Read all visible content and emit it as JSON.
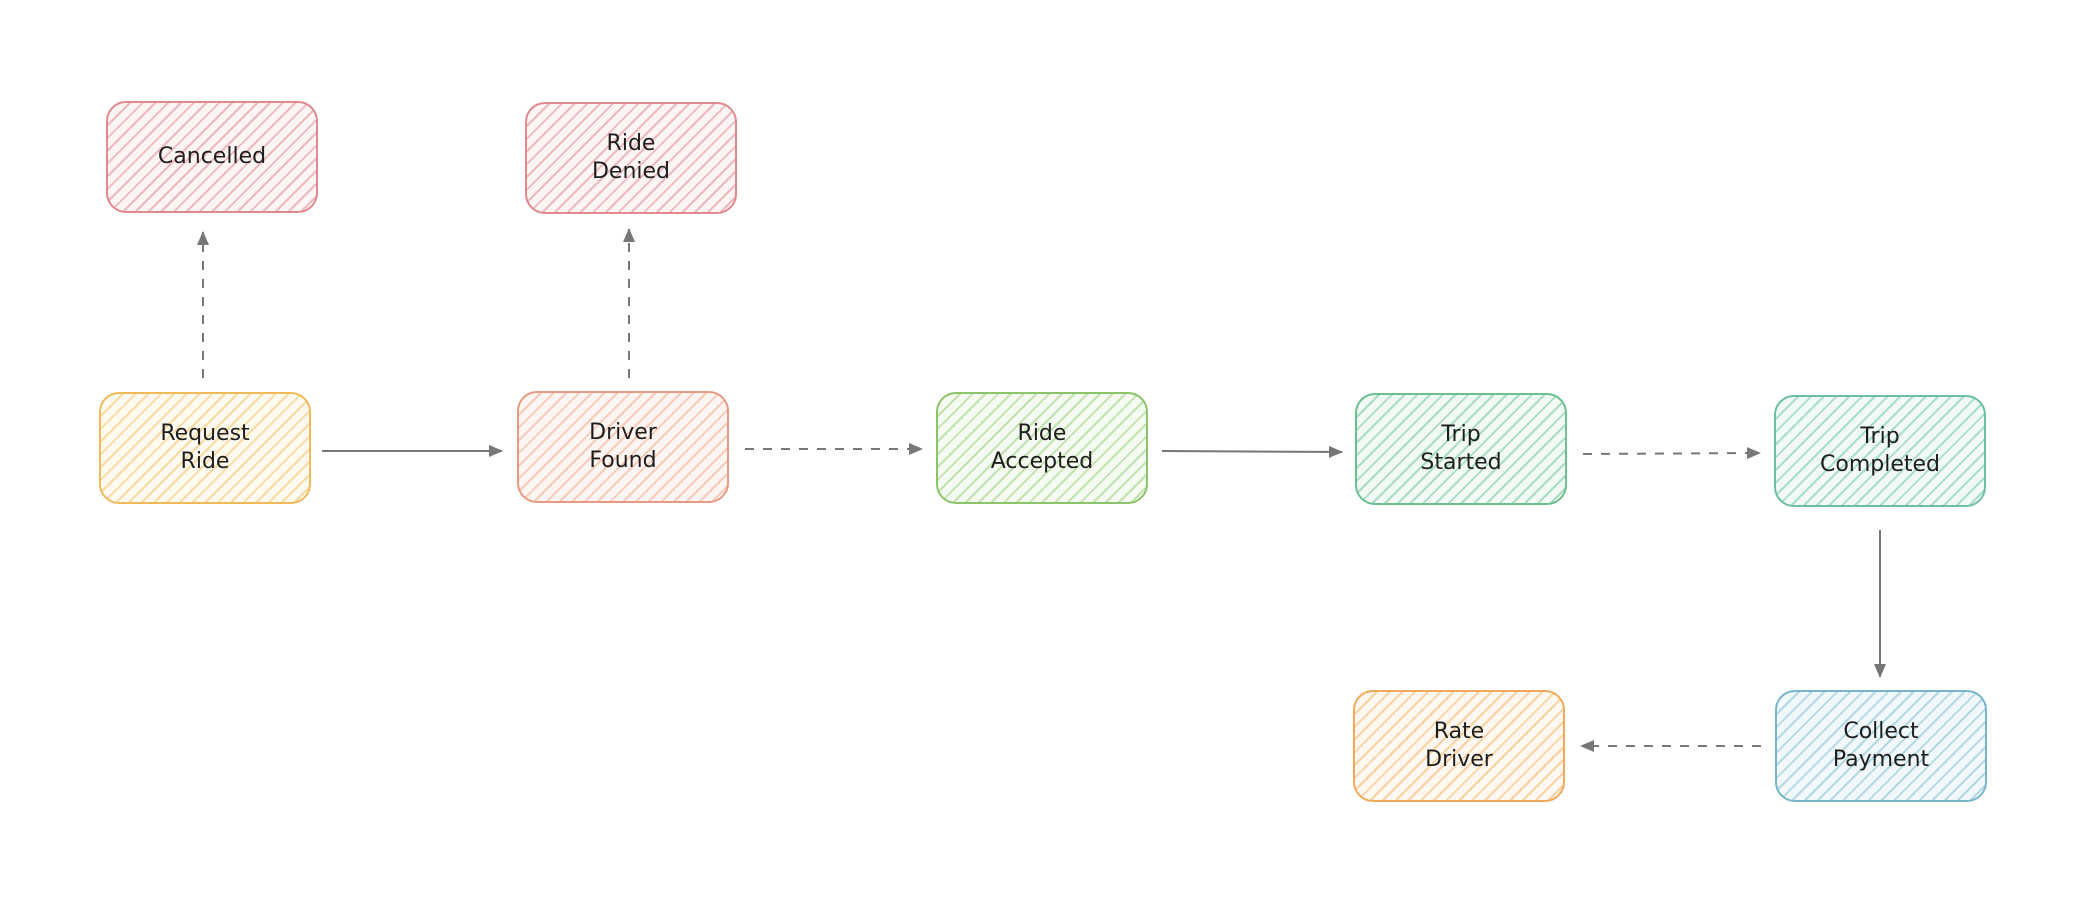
{
  "nodes": {
    "cancelled": "Cancelled",
    "ride_denied": "Ride\nDenied",
    "request_ride": "Request\nRide",
    "driver_found": "Driver\nFound",
    "ride_accepted": "Ride\nAccepted",
    "trip_started": "Trip\nStarted",
    "trip_completed": "Trip\nCompleted",
    "collect_payment": "Collect\nPayment",
    "rate_driver": "Rate\nDriver"
  },
  "colors": {
    "arrow": "#777777",
    "text": "#1e1e1e"
  }
}
